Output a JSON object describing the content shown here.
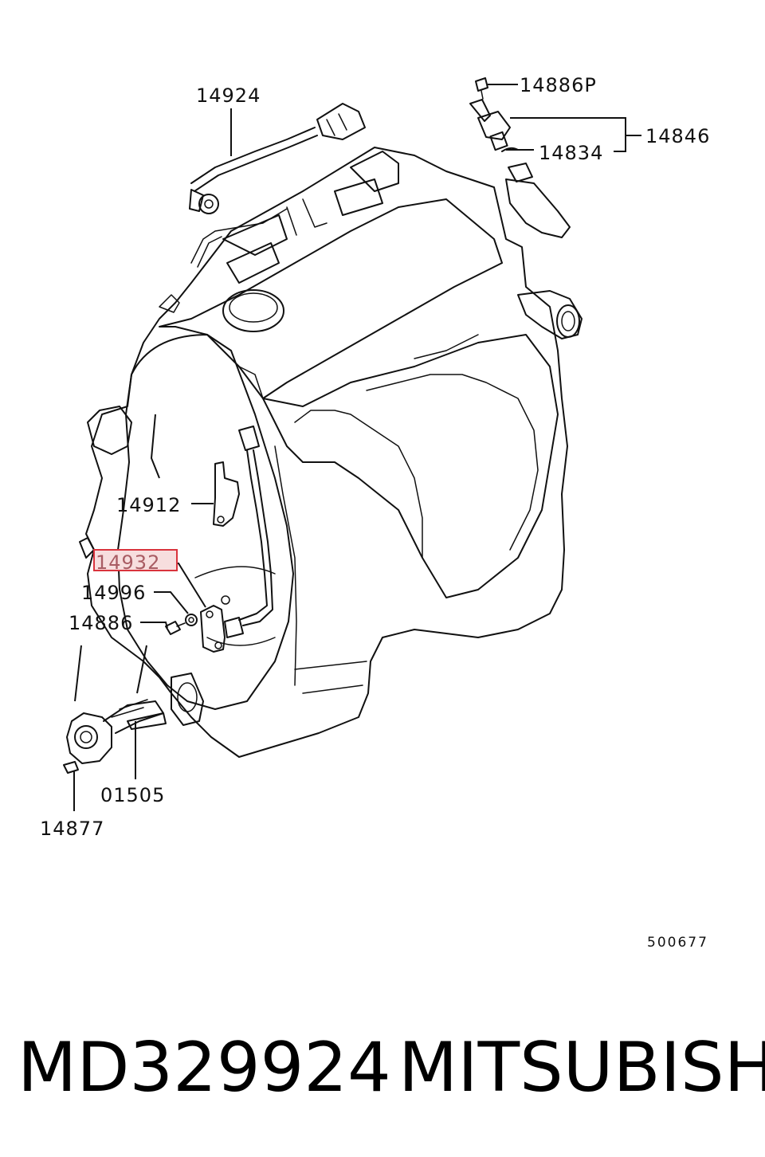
{
  "diagram": {
    "part_labels": [
      "14924",
      "14886P",
      "14846",
      "14834",
      "14912",
      "14932",
      "14996",
      "14886",
      "01505",
      "14877"
    ],
    "highlighted_label": "14932",
    "reference_number": "500677",
    "highlight_color": "#d9343d"
  },
  "footer": {
    "part_number": "MD329924",
    "brand": "MITSUBISHI"
  }
}
